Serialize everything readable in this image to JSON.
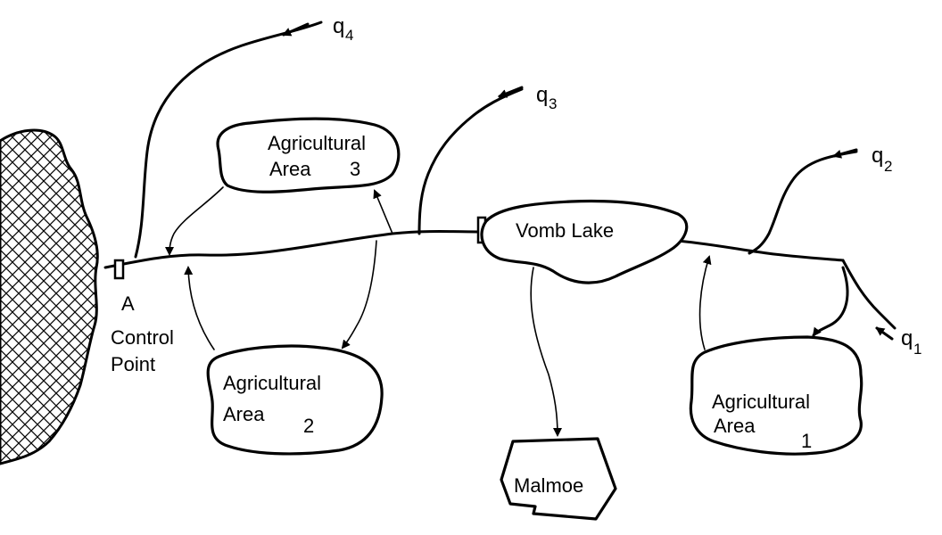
{
  "inflows": [
    {
      "id": "q4",
      "base": "q",
      "sub": "4"
    },
    {
      "id": "q3",
      "base": "q",
      "sub": "3"
    },
    {
      "id": "q2",
      "base": "q",
      "sub": "2"
    },
    {
      "id": "q1",
      "base": "q",
      "sub": "1"
    }
  ],
  "areas": [
    {
      "line1": "Agricultural",
      "line2": "Area",
      "num": "3"
    },
    {
      "line1": "Agricultural",
      "line2": "Area",
      "num": "2"
    },
    {
      "line1": "Agricultural",
      "line2": "Area",
      "num": "1"
    }
  ],
  "lake": {
    "label": "Vomb Lake"
  },
  "city": {
    "label": "Malmoe"
  },
  "control": {
    "letter": "A",
    "line1": "Control",
    "line2": "Point"
  }
}
